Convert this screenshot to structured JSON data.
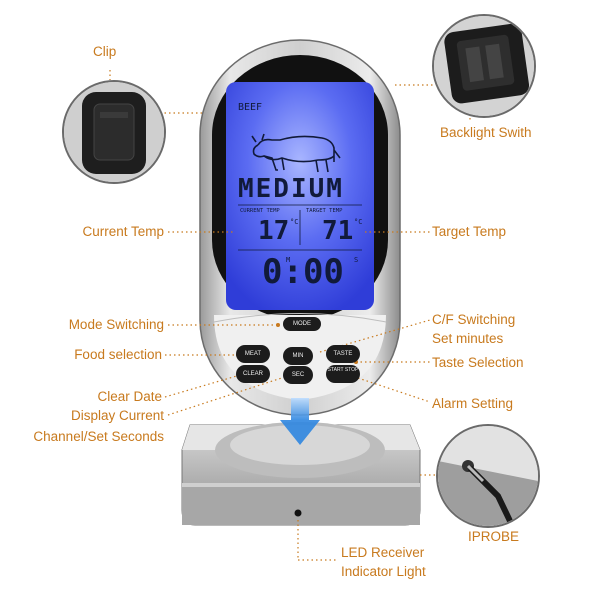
{
  "labels": {
    "clip": "Clip",
    "backlight_switch": "Backlight Swith",
    "current_temp": "Current Temp",
    "target_temp": "Target Temp",
    "mode_switching": "Mode Switching",
    "cf_switching": "C/F Switching",
    "set_minutes": "Set minutes",
    "food_selection": "Food selection",
    "taste_selection": "Taste Selection",
    "clear_date": "Clear Date",
    "display_current": "Display Current",
    "channel_set_seconds": "Channel/Set Seconds",
    "alarm_setting": "Alarm Setting",
    "iprobe": "IPROBE",
    "led_receiver": "LED Receiver",
    "indicator_light": "Indicator Light"
  },
  "lcd": {
    "food": "BEEF",
    "doneness": "MEDIUM",
    "current_temp_caption": "CURRENT TEMP",
    "target_temp_caption": "TARGET TEMP",
    "current_temp_value": "17",
    "target_temp_value": "71",
    "temp_unit": "°C",
    "timer": "0:00",
    "timer_m": "M",
    "timer_s": "S"
  },
  "buttons": {
    "mode": "MODE",
    "meat": "MEAT",
    "min": "MIN",
    "taste": "TASTE",
    "clear": "CLEAR",
    "sec": "SEC",
    "start_stop": "START STOP"
  },
  "colors": {
    "label": "#c87a1e",
    "lcd_blue": "#4a5cf0",
    "lcd_text": "#111a3a",
    "arrow": "#3a8ee6"
  }
}
